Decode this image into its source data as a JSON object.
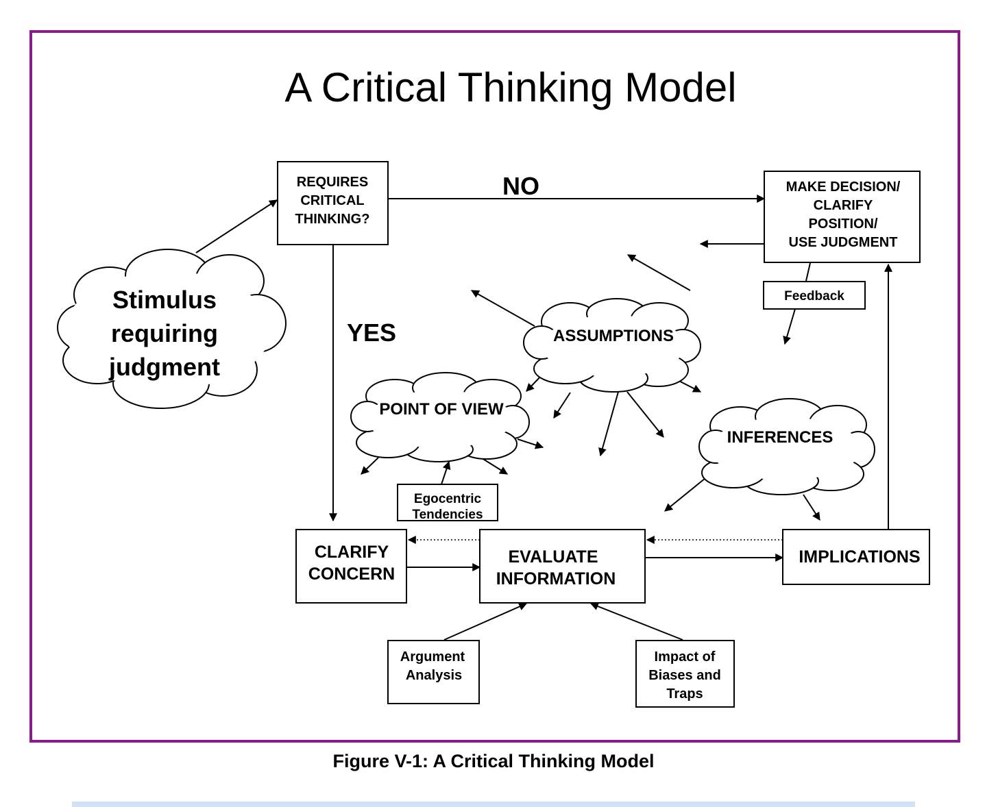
{
  "title": "A Critical Thinking Model",
  "caption": "Figure V-1:  A Critical Thinking Model",
  "colors": {
    "frame": "#8a1a8e",
    "bottom_bar": "#cfe2f6"
  },
  "nodes": {
    "stimulus": [
      "Stimulus",
      "requiring",
      "judgment"
    ],
    "requires": [
      "REQUIRES",
      "CRITICAL",
      "THINKING?"
    ],
    "decision": [
      "MAKE DECISION/",
      "CLARIFY",
      "POSITION/",
      "USE JUDGMENT"
    ],
    "feedback": "Feedback",
    "assumptions": "ASSUMPTIONS",
    "point_of_view": "POINT OF VIEW",
    "inferences": "INFERENCES",
    "egocentric": [
      "Egocentric",
      "Tendencies"
    ],
    "clarify": [
      "CLARIFY",
      "CONCERN"
    ],
    "evaluate": [
      "EVALUATE",
      "INFORMATION"
    ],
    "implications": "IMPLICATIONS",
    "argument": [
      "Argument",
      "Analysis"
    ],
    "impact": [
      "Impact of",
      "Biases and",
      "Traps"
    ]
  },
  "edges": {
    "no_label": "NO",
    "yes_label": "YES"
  }
}
